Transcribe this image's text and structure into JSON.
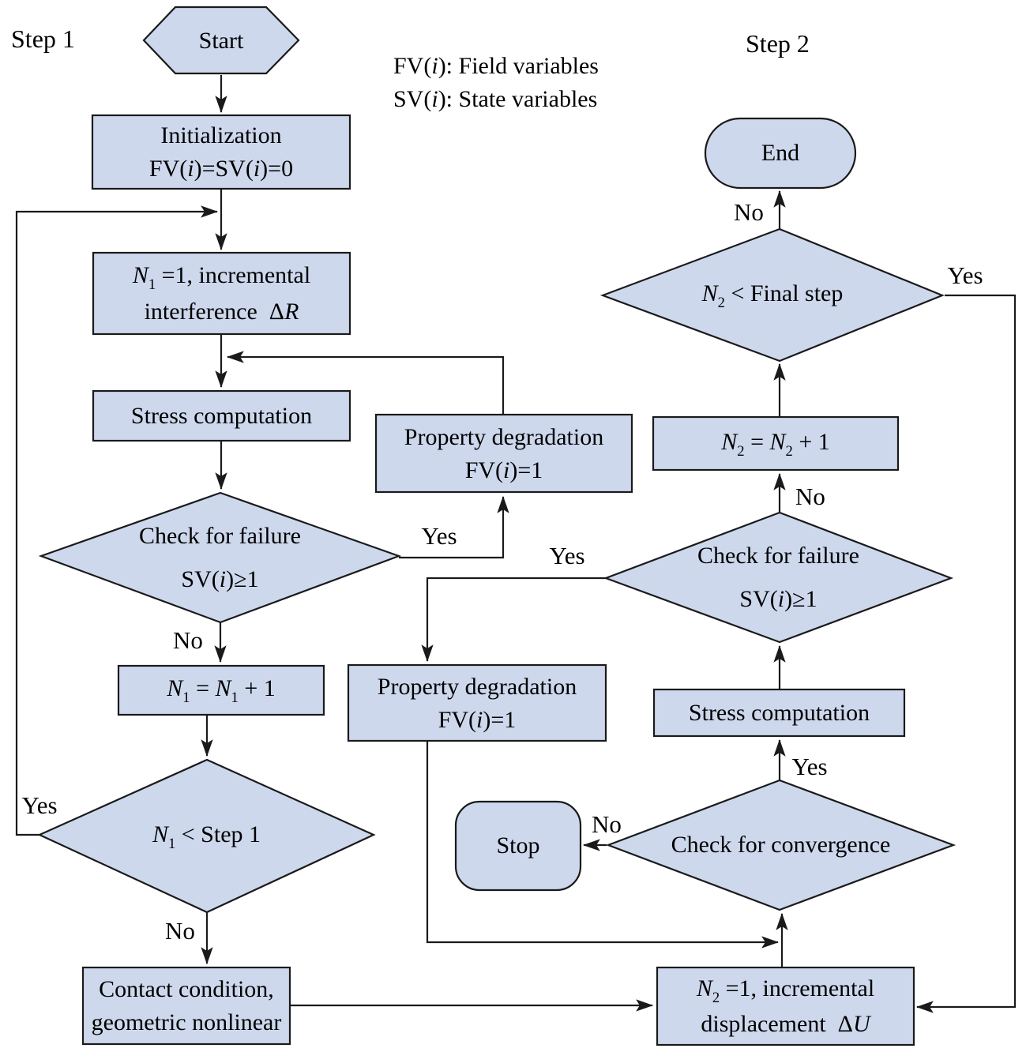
{
  "colors": {
    "shape_fill": "#cdd8ed"
  },
  "labels": {
    "step1": "Step 1",
    "step2": "Step 2"
  },
  "legend": {
    "line1": {
      "r1": "FV(",
      "r2": "i",
      "r3": "): Field variables"
    },
    "line2": {
      "r1": "SV(",
      "r2": "i",
      "r3": "): State variables"
    }
  },
  "nodes": {
    "start": {
      "label": "Start"
    },
    "init": {
      "l1": "Initialization",
      "l2": {
        "r1": "FV(",
        "r2": "i",
        "r3": ")=SV(",
        "r4": "i",
        "r5": ")=0"
      }
    },
    "n1_init": {
      "l1": {
        "r1": "N",
        "r2": "1",
        "r3": " =1, incremental"
      },
      "l2": {
        "r1": "interference",
        "r2": "  Δ",
        "r3": "R"
      }
    },
    "stress1": {
      "label": "Stress computation"
    },
    "fail1": {
      "l1": "Check for failure",
      "l2": {
        "r1": "SV(",
        "r2": "i",
        "r3": ")≥1"
      }
    },
    "propdeg1": {
      "l1": "Property degradation",
      "l2": {
        "r1": "FV(",
        "r2": "i",
        "r3": ")=1"
      }
    },
    "n1_inc": {
      "r1": "N",
      "r2": "1",
      "r3": " = ",
      "r4": "N",
      "r5": "1",
      "r6": " + 1"
    },
    "step1_check": {
      "r1": "N",
      "r2": "1",
      "r3": " < Step 1"
    },
    "contact": {
      "l1": "Contact condition,",
      "l2": "geometric nonlinear"
    },
    "end": {
      "label": "End"
    },
    "final_check": {
      "r1": "N",
      "r2": "2",
      "r3": " < Final step"
    },
    "n2_inc": {
      "r1": "N",
      "r2": "2",
      "r3": " = ",
      "r4": "N",
      "r5": "2",
      "r6": " + 1"
    },
    "fail2": {
      "l1": "Check for failure",
      "l2": {
        "r1": "SV(",
        "r2": "i",
        "r3": ")≥1"
      }
    },
    "propdeg2": {
      "l1": "Property degradation",
      "l2": {
        "r1": "FV(",
        "r2": "i",
        "r3": ")=1"
      }
    },
    "stress2": {
      "label": "Stress computation"
    },
    "conv": {
      "label": "Check for convergence"
    },
    "stop": {
      "label": "Stop"
    },
    "n2_init": {
      "l1": {
        "r1": "N",
        "r2": "2",
        "r3": " =1, incremental"
      },
      "l2": {
        "r1": "displacement",
        "r2": "  Δ",
        "r3": "U"
      }
    }
  },
  "edge_labels": {
    "fail1_yes": "Yes",
    "fail1_no": "No",
    "step1_yes": "Yes",
    "step1_no": "No",
    "final_no": "No",
    "final_yes": "Yes",
    "fail2_no": "No",
    "fail2_yes": "Yes",
    "conv_yes": "Yes",
    "conv_no": "No"
  }
}
